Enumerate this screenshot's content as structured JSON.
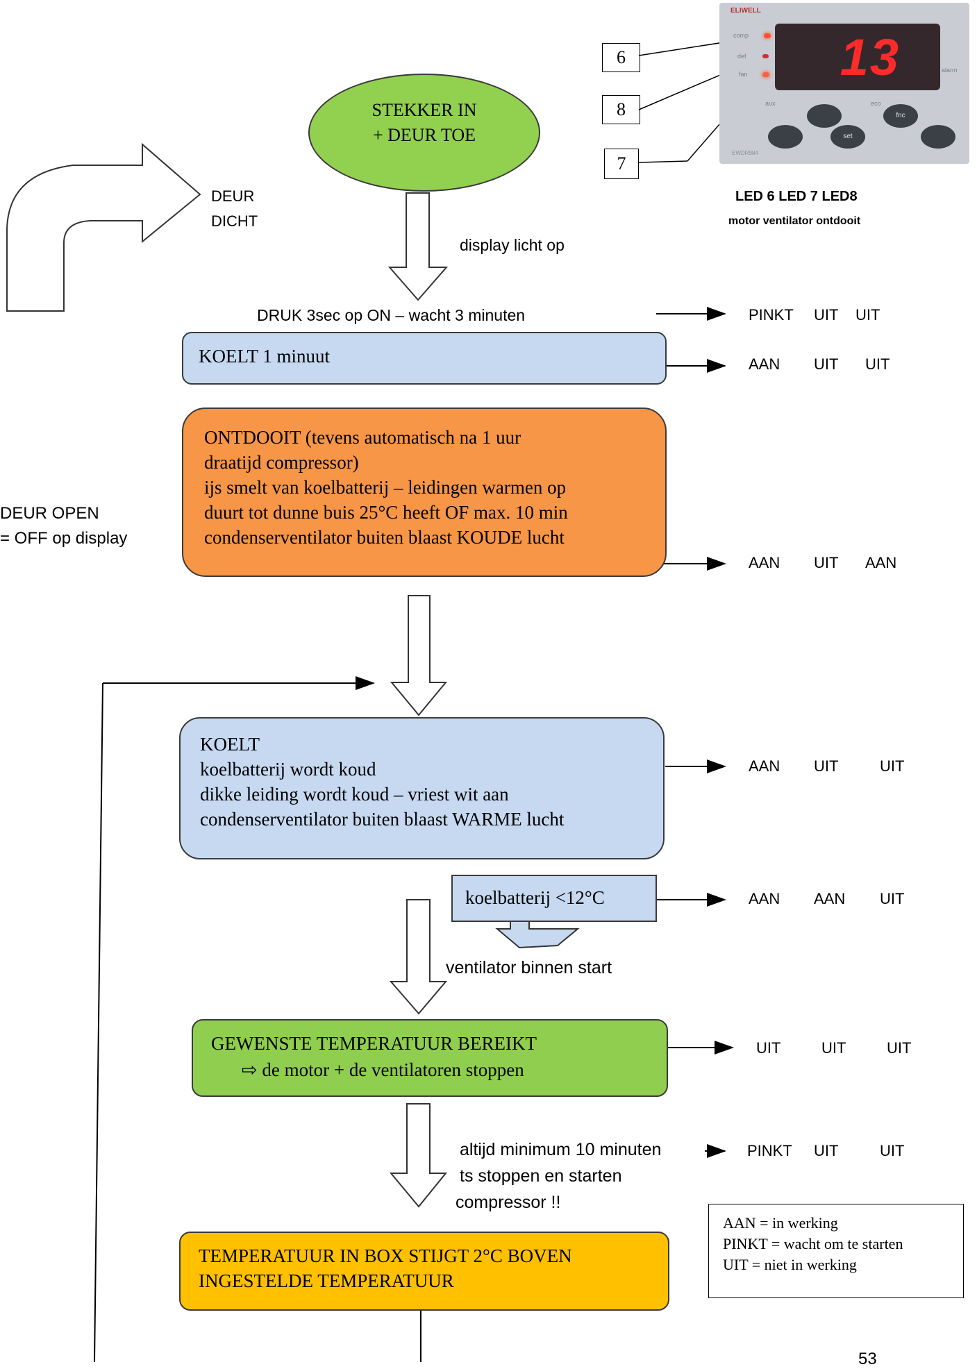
{
  "start": {
    "line1": "STEKKER IN",
    "line2": "+ DEUR TOE"
  },
  "door_closed": {
    "line1": "DEUR",
    "line2": "DICHT"
  },
  "door_open": {
    "line1": "DEUR OPEN",
    "line2": "= OFF op display"
  },
  "display_light": "display licht op",
  "press_instruction": "DRUK 3sec op ON – wacht 3 minuten",
  "led_callouts": [
    "6",
    "8",
    "7"
  ],
  "led_header": {
    "line1": "LED 6 LED 7 LED8",
    "line2": "motor ventilator ontdooit"
  },
  "controller_display": "13",
  "controller_labels": {
    "brand": "ELIWELL",
    "model": "EWDR984",
    "comp": "comp",
    "def": "def",
    "fan": "fan",
    "alarm": "alarm",
    "aux": "aux",
    "eco": "eco",
    "set": "set",
    "fnc": "fnc"
  },
  "steps": {
    "cool1": "KOELT  1 minuut",
    "defrost": [
      "ONTDOOIT  (tevens automatisch na 1 uur",
      "draatijd compressor)",
      "ijs smelt van koelbatterij – leidingen warmen op",
      "duurt tot dunne buis 25°C heeft OF max. 10 min",
      "condenserventilator buiten blaast KOUDE lucht"
    ],
    "cool2": [
      "KOELT",
      "koelbatterij wordt koud",
      "dikke leiding wordt koud – vriest wit aan",
      "condenserventilator buiten blaast WARME lucht"
    ],
    "coil": "koelbatterij <12°C",
    "fan_start": "ventilator binnen start",
    "reached": [
      "GEWENSTE TEMPERATUUR BEREIKT",
      "⇨  de motor + de ventilatoren stoppen"
    ],
    "min_wait": [
      "altijd minimum 10 minuten",
      "ts stoppen en starten",
      "compressor !!"
    ],
    "rise": [
      "TEMPERATUUR IN BOX STIJGT 2°C BOVEN",
      "INGESTELDE TEMPERATUUR"
    ]
  },
  "led_states": [
    [
      "PINKT",
      "UIT",
      "UIT"
    ],
    [
      "AAN",
      "UIT",
      "UIT"
    ],
    [
      "AAN",
      "UIT",
      "AAN"
    ],
    [
      "AAN",
      "UIT",
      "UIT"
    ],
    [
      "AAN",
      "AAN",
      "UIT"
    ],
    [
      "UIT",
      "UIT",
      "UIT"
    ],
    [
      "PINKT",
      "UIT",
      "UIT"
    ]
  ],
  "legend": [
    "AAN = in werking",
    "PINKT = wacht om te  starten",
    "UIT = niet in werking"
  ],
  "page_number": "53",
  "colors": {
    "start_green": "#92d050",
    "blue": "#c6d9f1",
    "orange": "#f79646",
    "green": "#8fce4f",
    "amber": "#ffc000"
  }
}
